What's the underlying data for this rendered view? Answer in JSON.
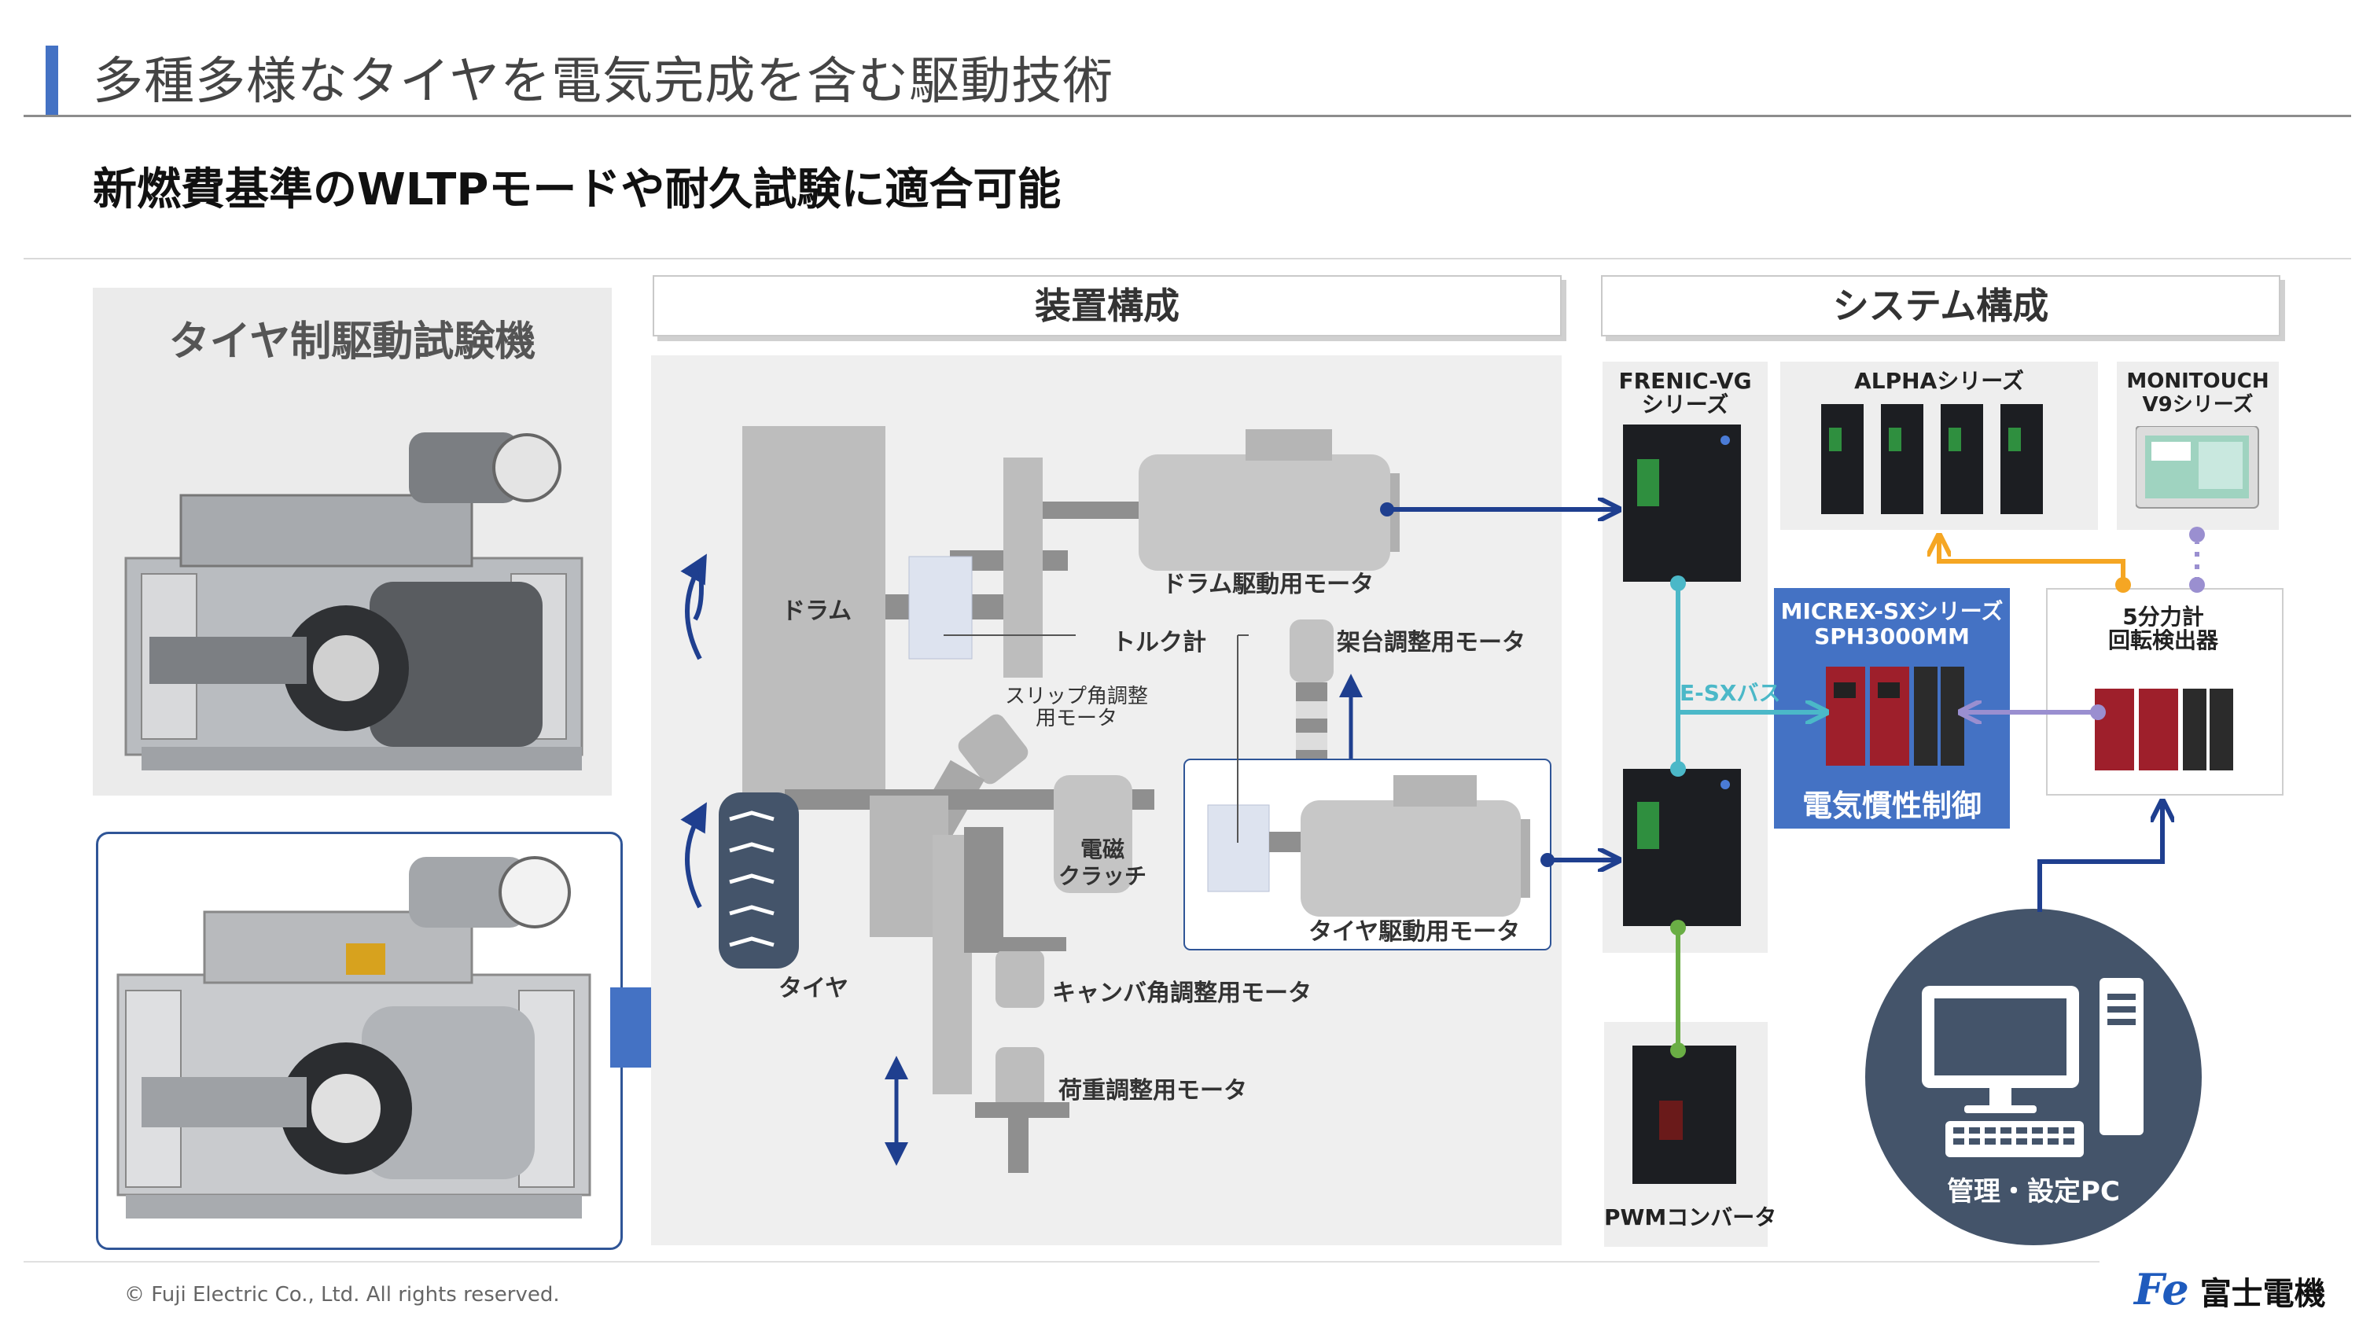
{
  "header": {
    "title": "多種多様なタイヤを電気完成を含む駆動技術",
    "subtitle": "新燃費基準のWLTPモードや耐久試験に適合可能"
  },
  "machine": {
    "title": "タイヤ制駆動試験機"
  },
  "apparatus": {
    "heading": "装置構成",
    "labels": {
      "drum": "ドラム",
      "drum_motor": "ドラム駆動用モータ",
      "torque_meter": "トルク計",
      "frame_motor": "架台調整用モータ",
      "slip_motor": "スリップ角調整\n用モータ",
      "clutch": "電磁\nクラッチ",
      "tire": "タイヤ",
      "tire_motor": "タイヤ駆動用モータ",
      "camber_motor": "キャンバ角調整用モータ",
      "load_motor": "荷重調整用モータ"
    }
  },
  "system": {
    "heading": "システム構成",
    "frenic": "FRENIC-VG\nシリーズ",
    "alpha": "ALPHAシリーズ",
    "monitouch": "MONITOUCH\nV9シリーズ",
    "esx": "E-SXバス",
    "micrex": "MICREX-SXシリーズ\nSPH3000MM",
    "micrex_caption": "電気慣性制御",
    "detector": "5分力計\n回転検出器",
    "pwm": "PWMコンバータ",
    "pc": "管理・設定PC"
  },
  "colors": {
    "accent": "#4472c4",
    "navy": "#1f3f8f",
    "teal": "#4bb8c8",
    "orange": "#f5a623",
    "purple": "#9a8fd0",
    "green": "#6aae45",
    "pc_bg": "#44546a"
  },
  "footer": {
    "copyright": "© Fuji Electric Co., Ltd. All rights reserved.",
    "logo_mark": "Fe",
    "logo_text": "富士電機"
  }
}
